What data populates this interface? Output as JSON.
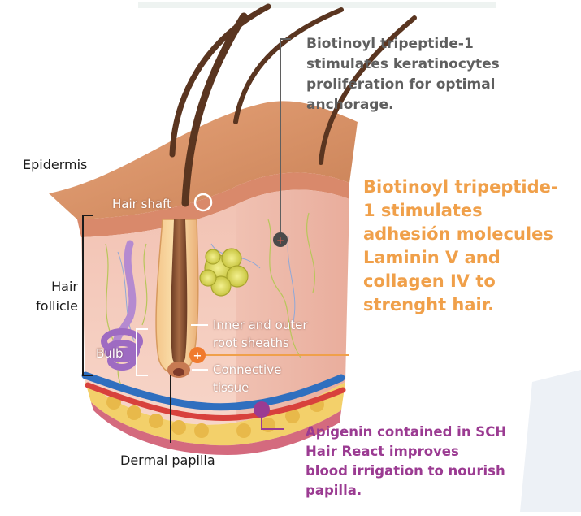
{
  "labels": {
    "epidermis": "Epidermis",
    "hair_follicle_line1": "Hair",
    "hair_follicle_line2": "follicle",
    "hair_shaft": "Hair shaft",
    "bulb": "Bulb",
    "sheaths_line1": "Inner and outer",
    "sheaths_line2": "root sheaths",
    "connective_line1": "Connective",
    "connective_line2": "tissue",
    "dermal_papilla": "Dermal papilla"
  },
  "callouts": {
    "grey": {
      "line1": "Biotinoyl tripeptide-1",
      "line2": "stimulates keratinocytes",
      "line3": "proliferation for optimal",
      "line4": "anchorage.",
      "color": "#5f5f5f"
    },
    "orange": {
      "line1": "Biotinoyl tripeptide-",
      "line2": "1 stimulates",
      "line3": "adhesión molecules",
      "line4": "Laminin V and",
      "line5": "collagen IV to",
      "line6": "strenght hair.",
      "color": "#f0a04a"
    },
    "purple": {
      "line1": "Apigenin contained in SCH",
      "line2": "Hair React improves",
      "line3": "blood irrigation to nourish",
      "line4": "papilla.",
      "color": "#9b3b92"
    }
  }
}
